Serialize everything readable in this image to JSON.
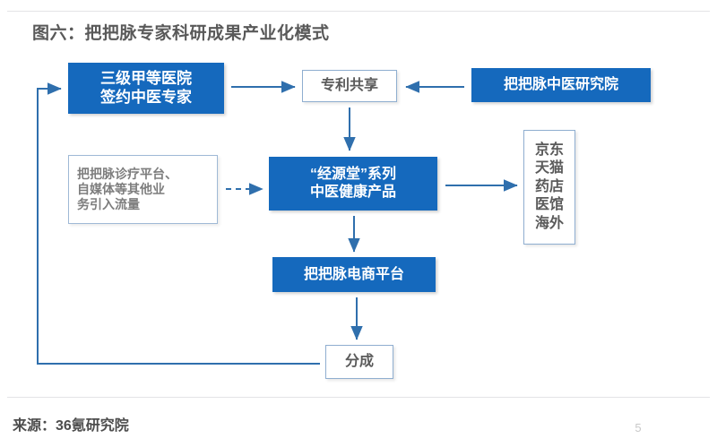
{
  "slide": {
    "title": "图六：把把脉专家科研成果产业化模式",
    "source": "来源：36氪研究院",
    "page_number": "5"
  },
  "colors": {
    "accent_blue": "#1569bd",
    "box_border_blue": "#8faed0",
    "arrow_blue": "#2f6fad",
    "text_gray": "#5a5a5a",
    "rule_gray": "#e3e3e6",
    "page_number_gray": "#c9c9c9"
  },
  "diagram": {
    "type": "flowchart",
    "nodes": [
      {
        "id": "hospital",
        "label": "三级甲等医院\n签约中医专家",
        "style": "blue"
      },
      {
        "id": "patent",
        "label": "专利共享",
        "style": "plain"
      },
      {
        "id": "institute",
        "label": "把把脉中医研究院",
        "style": "blue"
      },
      {
        "id": "traffic",
        "label": "把把脉诊疗平台、\n自媒体等其他业\n务引入流量",
        "style": "plain-soft"
      },
      {
        "id": "product",
        "label": "“经源堂”系列\n中医健康产品",
        "style": "blue"
      },
      {
        "id": "channels",
        "label": "京东\n天猫\n药店\n医馆\n海外",
        "style": "plain"
      },
      {
        "id": "ecom",
        "label": "把把脉电商平台",
        "style": "blue"
      },
      {
        "id": "share",
        "label": "分成",
        "style": "plain"
      }
    ],
    "edges": [
      {
        "from": "hospital",
        "to": "patent",
        "style": "solid",
        "direction": "right"
      },
      {
        "from": "institute",
        "to": "patent",
        "style": "solid",
        "direction": "left"
      },
      {
        "from": "patent",
        "to": "product",
        "style": "solid",
        "direction": "down"
      },
      {
        "from": "traffic",
        "to": "product",
        "style": "dashed",
        "direction": "right"
      },
      {
        "from": "product",
        "to": "channels",
        "style": "solid",
        "direction": "right"
      },
      {
        "from": "product",
        "to": "ecom",
        "style": "solid",
        "direction": "down"
      },
      {
        "from": "ecom",
        "to": "share",
        "style": "solid",
        "direction": "down"
      },
      {
        "from": "share",
        "to": "hospital",
        "style": "solid",
        "direction": "loop-left-up"
      }
    ]
  }
}
